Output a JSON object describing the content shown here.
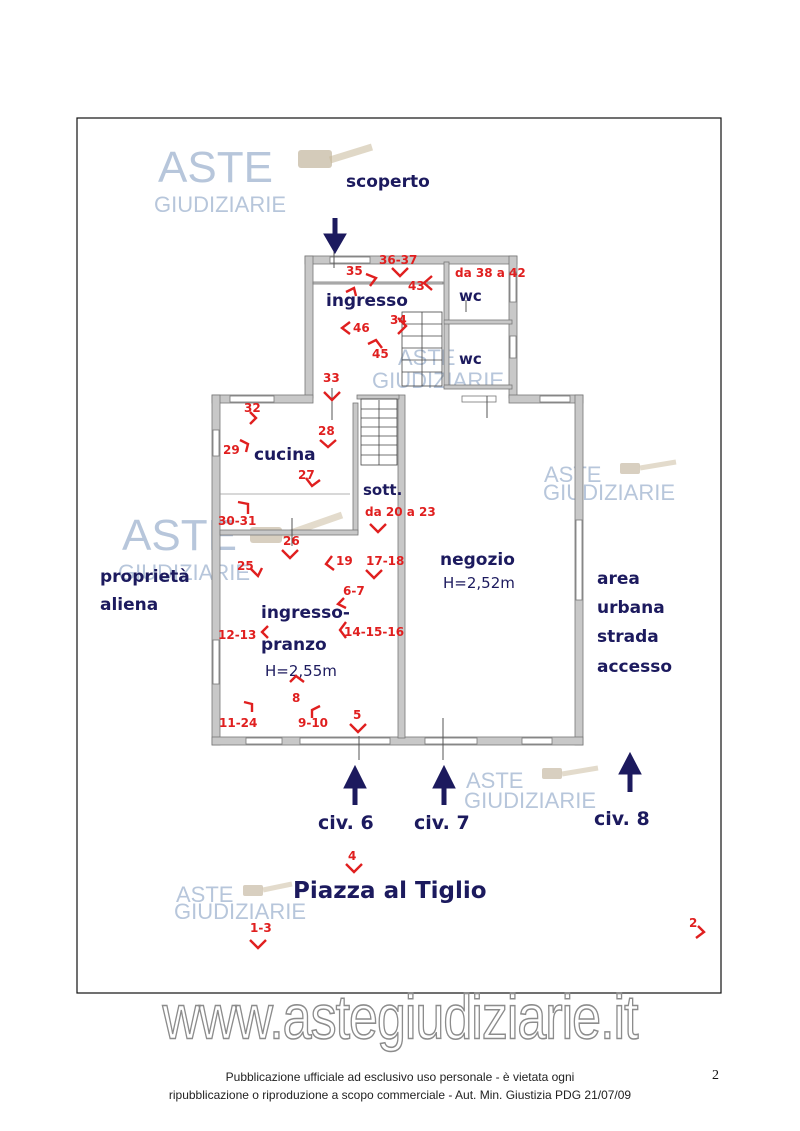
{
  "rooms": {
    "scoperto": "scoperto",
    "ingresso": "ingresso",
    "wc_top": "wc",
    "wc_bottom": "wc",
    "cucina": "cucina",
    "sott": "sott.",
    "ingresso_pranzo_1": "ingresso-",
    "ingresso_pranzo_2": "pranzo",
    "ingresso_pranzo_h": "H=2,55m",
    "negozio": "negozio",
    "negozio_h": "H=2,52m"
  },
  "surroundings": {
    "proprieta_1": "proprietà",
    "proprieta_2": "aliena",
    "area_1": "area",
    "area_2": "urbana",
    "area_3": "strada",
    "area_4": "accesso",
    "civ6": "civ. 6",
    "civ7": "civ. 7",
    "civ8": "civ. 8",
    "piazza": "Piazza al Tiglio"
  },
  "photo_points": {
    "p35": "35",
    "p3637": "36-37",
    "p43": "43",
    "p3842": "da 38 a 42",
    "p46": "46",
    "p34": "34",
    "p45": "45",
    "p33": "33",
    "p32": "32",
    "p28": "28",
    "p29": "29",
    "p27": "27",
    "p3031": "30-31",
    "p2023": "da 20 a 23",
    "p26": "26",
    "p25": "25",
    "p19": "19",
    "p1718": "17-18",
    "p67": "6-7",
    "p1213": "12-13",
    "p141516": "14-15-16",
    "p8": "8",
    "p1124": "11-24",
    "p910": "9-10",
    "p5": "5",
    "p4": "4",
    "p13": "1-3",
    "p2": "2"
  },
  "watermark": {
    "line1": "ASTE",
    "line2": "GIUDIZIARIE",
    "site": "www.astegiudiziarie.it"
  },
  "footer": {
    "line1": "Pubblicazione ufficiale ad esclusivo uso personale - è vietata ogni",
    "line2": "ripubblicazione o riproduzione a scopo commerciale - Aut. Min. Giustizia PDG 21/07/09",
    "page_number": "2"
  },
  "colors": {
    "labels": "#1c1a5e",
    "photo_marks": "#e01f1f",
    "walls": "#c8c8c8",
    "watermark": "#9fb4cf"
  }
}
